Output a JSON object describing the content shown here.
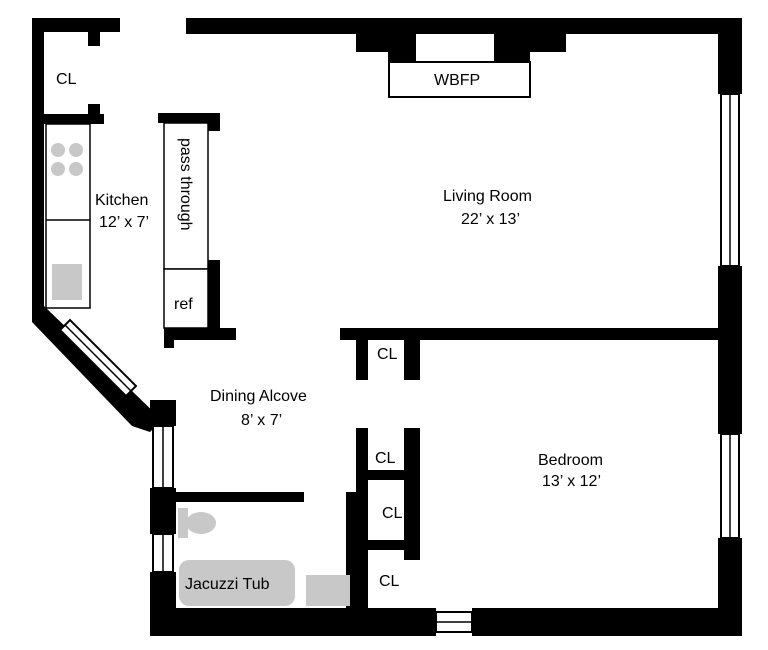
{
  "rooms": {
    "closet_kitchen": "CL",
    "wbfp": "WBFP",
    "kitchen_name": "Kitchen",
    "kitchen_size": "12’ x 7’",
    "pass_through": "pass through",
    "ref": "ref",
    "living_name": "Living Room",
    "living_size": "22’ x 13’",
    "dining_name": "Dining Alcove",
    "dining_size": "8’ x 7’",
    "closet_top": "CL",
    "closet_mid": "CL",
    "closet_lower": "CL",
    "closet_bottom": "CL",
    "bedroom_name": "Bedroom",
    "bedroom_size": "13’ x 12’",
    "tub": "Jacuzzi Tub"
  },
  "colors": {
    "wall": "#000000",
    "fixture": "#c8c8c8",
    "background": "#ffffff"
  }
}
